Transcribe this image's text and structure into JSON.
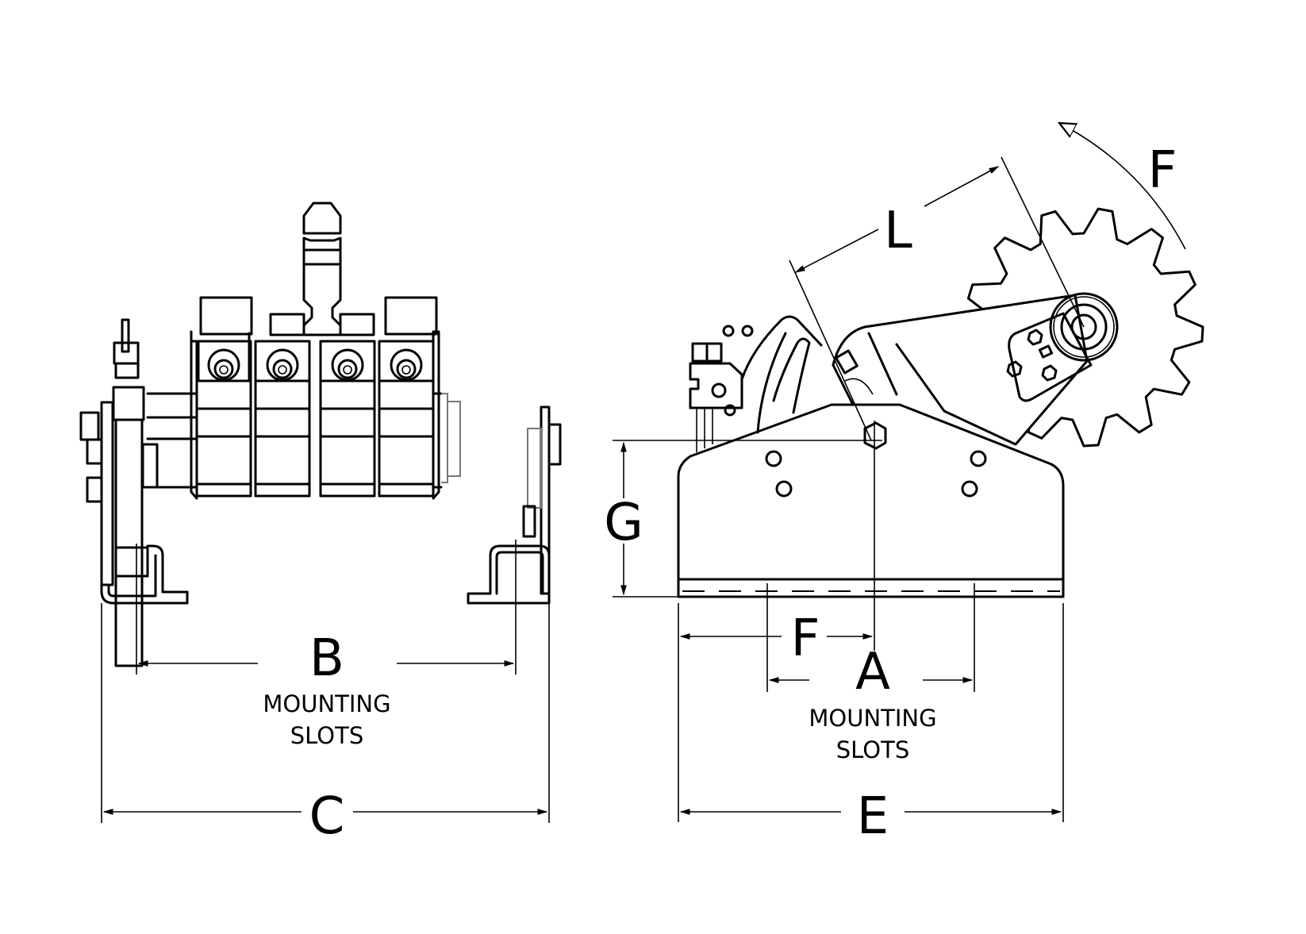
{
  "figure": {
    "front_view": {
      "dimensions": {
        "B": "B",
        "C": "C"
      },
      "notes": {
        "mounting_line1": "MOUNTING",
        "mounting_line2": "SLOTS"
      }
    },
    "side_view": {
      "dimensions": {
        "L": "L",
        "F_arc": "F",
        "G": "G",
        "F_bottom": "F",
        "A": "A",
        "E": "E"
      },
      "notes": {
        "mounting_line1": "MOUNTING",
        "mounting_line2": "SLOTS"
      }
    },
    "colors": {
      "line": "#000000",
      "background": "#ffffff"
    }
  }
}
